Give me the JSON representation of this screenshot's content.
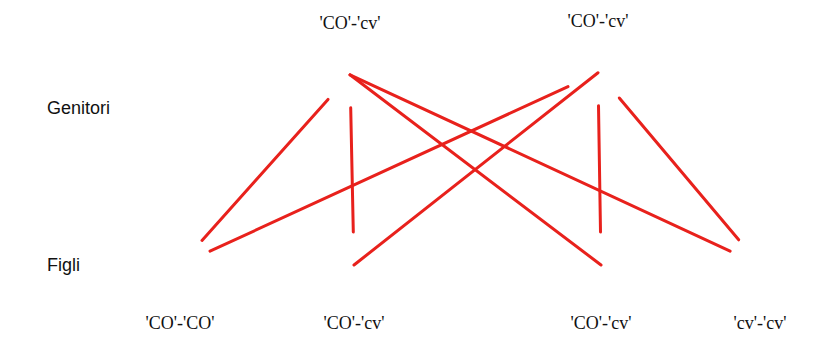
{
  "diagram": {
    "nodes": [
      {
        "text": [
          "'CO'-'cv'"
        ]
      },
      {
        "text": [
          "'CO'-'cv'"
        ]
      },
      {
        "text": [
          "'CO'-'CO'"
        ]
      },
      {
        "text": [
          "'CO'-'cv'"
        ]
      },
      {
        "text": [
          "'CO'-'cv'"
        ]
      },
      {
        "text": [
          "'cv'-'cv'"
        ]
      }
    ],
    "edges": [
      {
        "from": 0,
        "to": 2,
        "arrow": "none"
      },
      {
        "from": 1,
        "to": 2,
        "arrow": "none"
      },
      {
        "from": 0,
        "to": 3,
        "arrow": "none"
      },
      {
        "from": 1,
        "to": 3,
        "arrow": "none"
      },
      {
        "from": 0,
        "to": 4,
        "arrow": "none"
      },
      {
        "from": 1,
        "to": 4,
        "arrow": "none"
      },
      {
        "from": 0,
        "to": 5,
        "arrow": "none"
      },
      {
        "from": 1,
        "to": 5,
        "arrow": "none"
      }
    ],
    "labels": [
      "Genitori",
      "Figli"
    ]
  }
}
